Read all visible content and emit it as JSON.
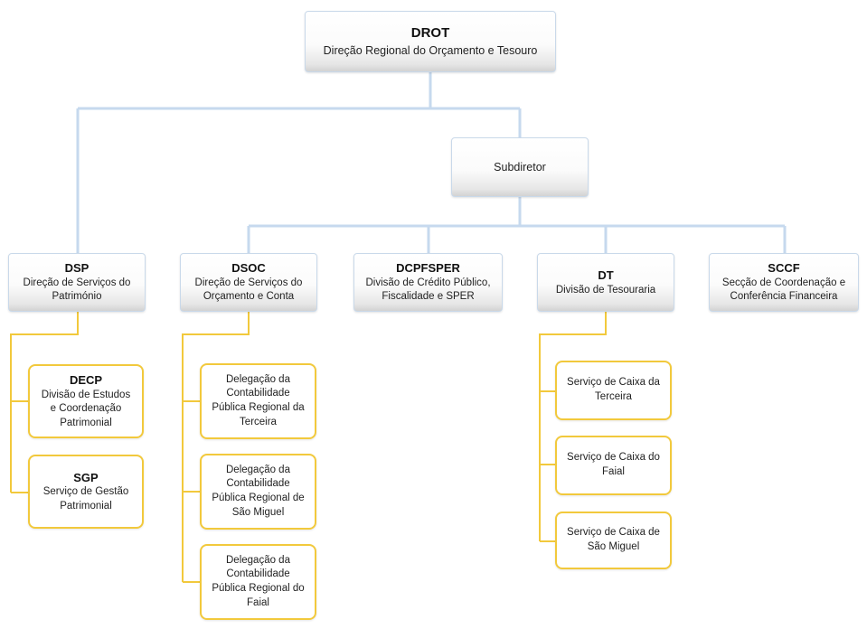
{
  "root": {
    "abbr": "DROT",
    "name": "Direção Regional do Orçamento e Tesouro"
  },
  "subdirector": {
    "name": "Subdiretor"
  },
  "units": [
    {
      "abbr": "DSP",
      "name_lines": [
        "Direção de Serviços do",
        "Património"
      ]
    },
    {
      "abbr": "DSOC",
      "name_lines": [
        "Direção de Serviços do",
        "Orçamento e Conta"
      ]
    },
    {
      "abbr": "DCPFSPER",
      "name_lines": [
        "Divisão de Crédito Público,",
        "Fiscalidade e SPER"
      ]
    },
    {
      "abbr": "DT",
      "name_lines": [
        "Divisão de Tesouraria"
      ]
    },
    {
      "abbr": "SCCF",
      "name_lines": [
        "Secção de Coordenação e",
        "Conferência Financeira"
      ]
    }
  ],
  "dsp_children": [
    {
      "abbr": "DECP",
      "name_lines": [
        "Divisão de Estudos",
        "e Coordenação",
        "Patrimonial"
      ]
    },
    {
      "abbr": "SGP",
      "name_lines": [
        "Serviço de Gestão",
        "Patrimonial"
      ]
    }
  ],
  "dsoc_children": [
    {
      "name_lines": [
        "Delegação da",
        "Contabilidade",
        "Pública Regional da",
        "Terceira"
      ]
    },
    {
      "name_lines": [
        "Delegação da",
        "Contabilidade",
        "Pública Regional de",
        "São Miguel"
      ]
    },
    {
      "name_lines": [
        "Delegação da",
        "Contabilidade",
        "Pública Regional do",
        "Faial"
      ]
    }
  ],
  "dt_children": [
    {
      "name_lines": [
        "Serviço de Caixa da",
        "Terceira"
      ]
    },
    {
      "name_lines": [
        "Serviço de Caixa do",
        "Faial"
      ]
    },
    {
      "name_lines": [
        "Serviço de Caixa de",
        "São Miguel"
      ]
    }
  ],
  "colors": {
    "connector_blue": "#c6d9ee",
    "connector_gold": "#f2c93c",
    "gray_border": "#c9d9ea",
    "gold_border": "#f2c93c"
  }
}
